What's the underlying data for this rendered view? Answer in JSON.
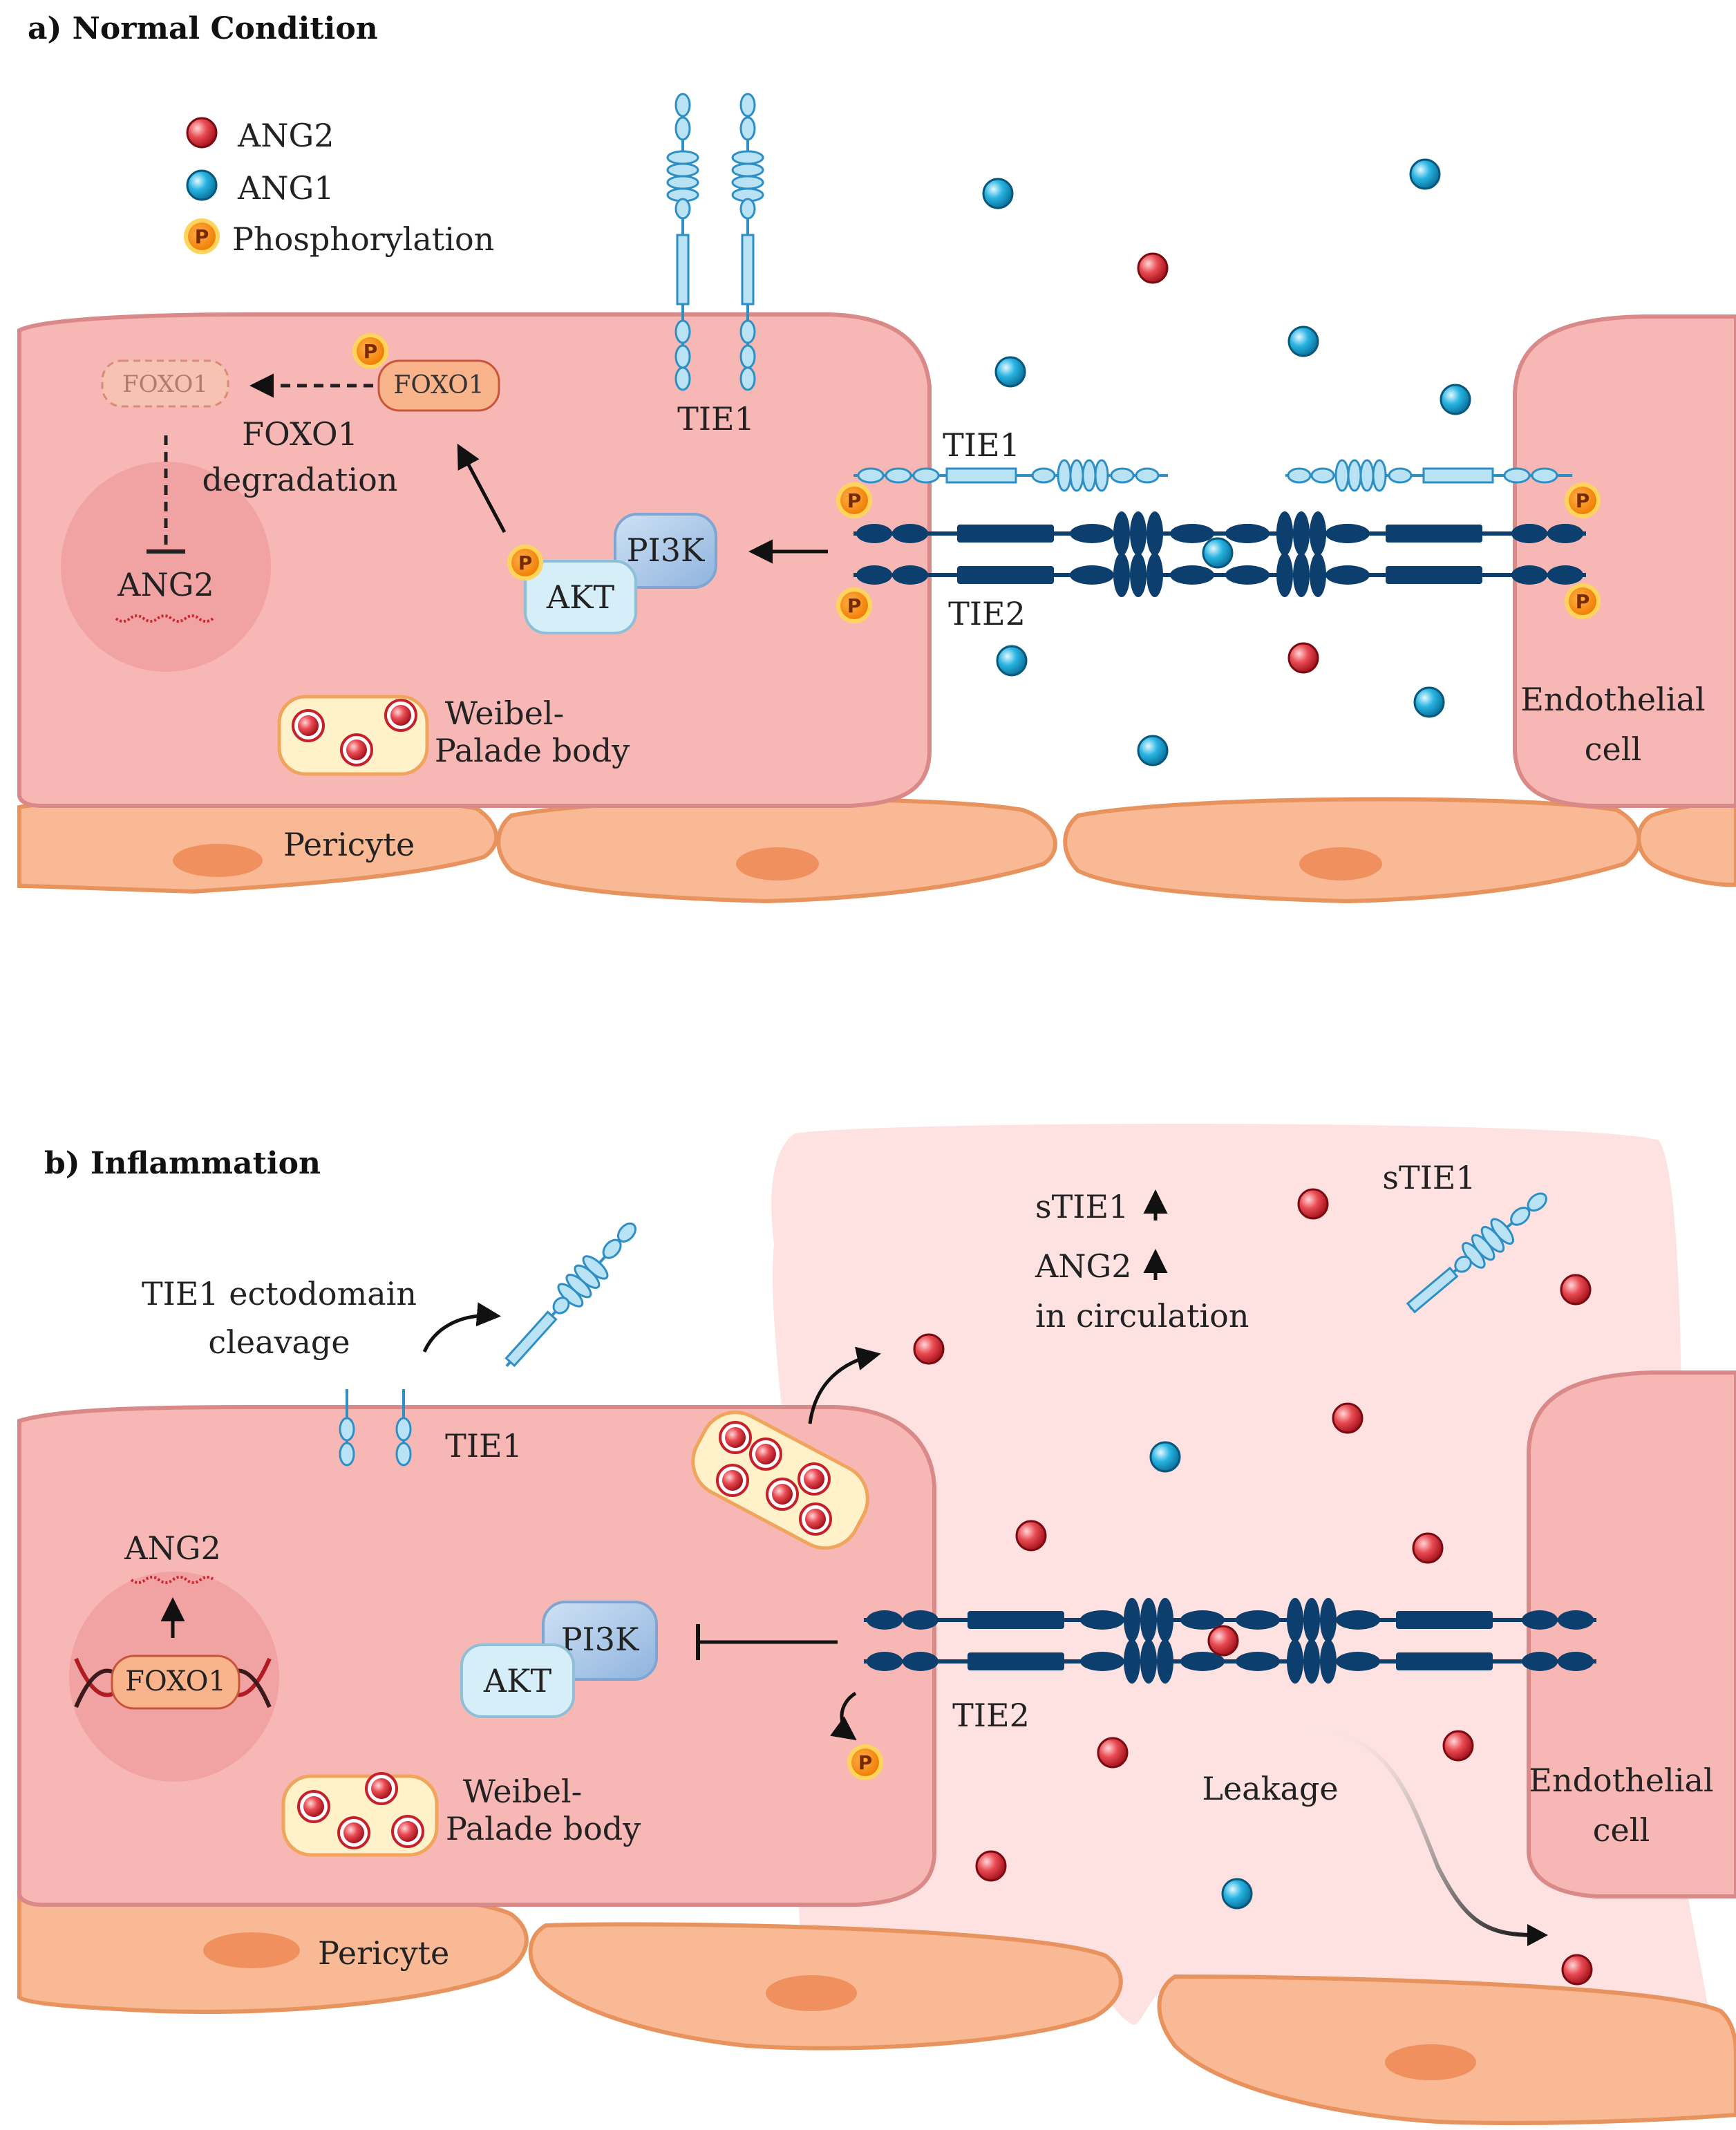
{
  "colors": {
    "endothelial": "#f7b7b5",
    "endothelial_border": "#d98a88",
    "pericyte": "#f8b994",
    "pericyte_border": "#e8925e",
    "tie2": "#0d3f6e",
    "tie1": "#8fd0ee",
    "ang1": "#1aa3d4",
    "ang2": "#d0232e",
    "phospho": "#f59a1b",
    "inflammation_bg": "#fde2e1"
  },
  "panel_a": {
    "title": "a) Normal Condition",
    "legend": {
      "ang2": "ANG2",
      "ang1": "ANG1",
      "phospho": "Phosphorylation",
      "p_symbol": "P"
    },
    "labels": {
      "tie1_top": "TIE1",
      "tie1_membrane": "TIE1",
      "tie2": "TIE2",
      "foxo1": "FOXO1",
      "foxo1_faded": "FOXO1",
      "foxo1_degradation_1": "FOXO1",
      "foxo1_degradation_2": "degradation",
      "ang2_nucleus": "ANG2",
      "pi3k": "PI3K",
      "akt": "AKT",
      "wpb_1": "Weibel-",
      "wpb_2": "Palade body",
      "endothelial_1": "Endothelial",
      "endothelial_2": "cell",
      "pericyte": "Pericyte"
    }
  },
  "panel_b": {
    "title": "b) Inflammation",
    "labels": {
      "cleavage_1": "TIE1 ectodomain",
      "cleavage_2": "cleavage",
      "tie1": "TIE1",
      "stie1": "sTIE1",
      "circ_stie1": "sTIE1",
      "circ_ang2": "ANG2",
      "circ_text": "in circulation",
      "ang2_nucleus": "ANG2",
      "foxo1": "FOXO1",
      "pi3k": "PI3K",
      "akt": "AKT",
      "tie2": "TIE2",
      "leakage": "Leakage",
      "wpb_1": "Weibel-",
      "wpb_2": "Palade body",
      "endothelial_1": "Endothelial",
      "endothelial_2": "cell",
      "pericyte": "Pericyte",
      "p_symbol": "P"
    }
  }
}
